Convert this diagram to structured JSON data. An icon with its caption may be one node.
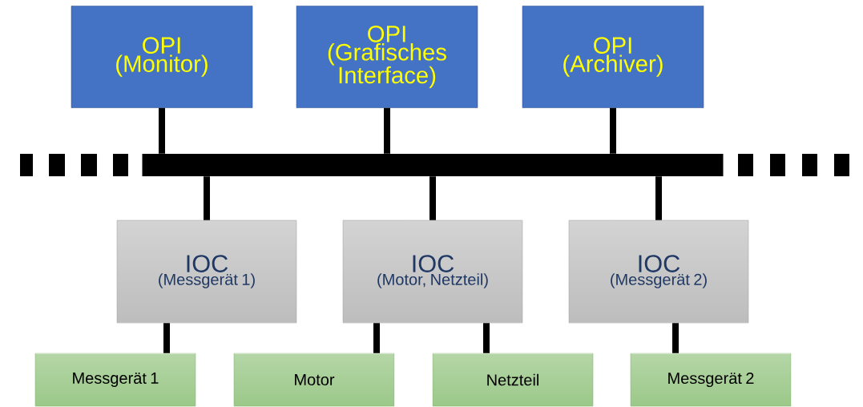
{
  "diagram": {
    "nodes": [
      {
        "text": [
          "OPI",
          "(Monitor)"
        ]
      },
      {
        "text": [
          "OPI",
          "(Grafisches Interface)"
        ]
      },
      {
        "text": [
          "OPI",
          "(Archiver)"
        ]
      },
      {
        "text": [],
        "shape": "bar"
      },
      {
        "text": [
          "IOC",
          "(Messgerät 1)"
        ]
      },
      {
        "text": [
          "IOC",
          "(Motor, Netzteil)"
        ]
      },
      {
        "text": [
          "IOC",
          "(Messgerät 2)"
        ]
      },
      {
        "text": [
          "Messgerät 1"
        ]
      },
      {
        "text": [
          "Motor"
        ]
      },
      {
        "text": [
          "Netzteil"
        ]
      },
      {
        "text": [
          "Messgerät 2"
        ]
      }
    ],
    "edges": [
      {
        "from": 0,
        "to": 3,
        "arrow": "none"
      },
      {
        "from": 1,
        "to": 3,
        "arrow": "none"
      },
      {
        "from": 2,
        "to": 3,
        "arrow": "none"
      },
      {
        "from": 3,
        "to": 4,
        "arrow": "none"
      },
      {
        "from": 3,
        "to": 5,
        "arrow": "none"
      },
      {
        "from": 3,
        "to": 6,
        "arrow": "none"
      },
      {
        "from": 4,
        "to": 7,
        "arrow": "none"
      },
      {
        "from": 5,
        "to": 8,
        "arrow": "none"
      },
      {
        "from": 5,
        "to": 9,
        "arrow": "none"
      },
      {
        "from": 6,
        "to": 10,
        "arrow": "none"
      }
    ]
  }
}
